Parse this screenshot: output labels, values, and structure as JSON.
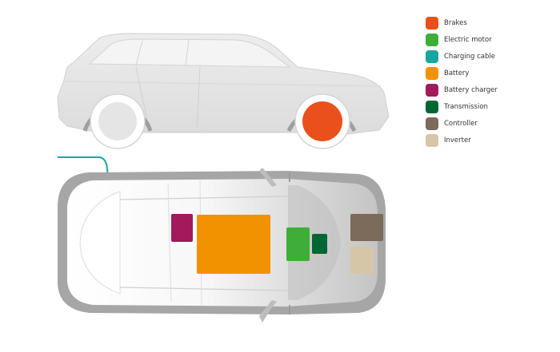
{
  "legend": [
    {
      "label": "Brakes",
      "color": "#ea501c"
    },
    {
      "label": "Electric motor",
      "color": "#3fae39"
    },
    {
      "label": "Charging cable",
      "color": "#1aa6a0"
    },
    {
      "label": "Battery",
      "color": "#f39200"
    },
    {
      "label": "Battery charger",
      "color": "#a3195b"
    },
    {
      "label": "Transmission",
      "color": "#006633"
    },
    {
      "label": "Controller",
      "color": "#7c6a5a"
    },
    {
      "label": "Inverter",
      "color": "#d6c6a8"
    }
  ]
}
